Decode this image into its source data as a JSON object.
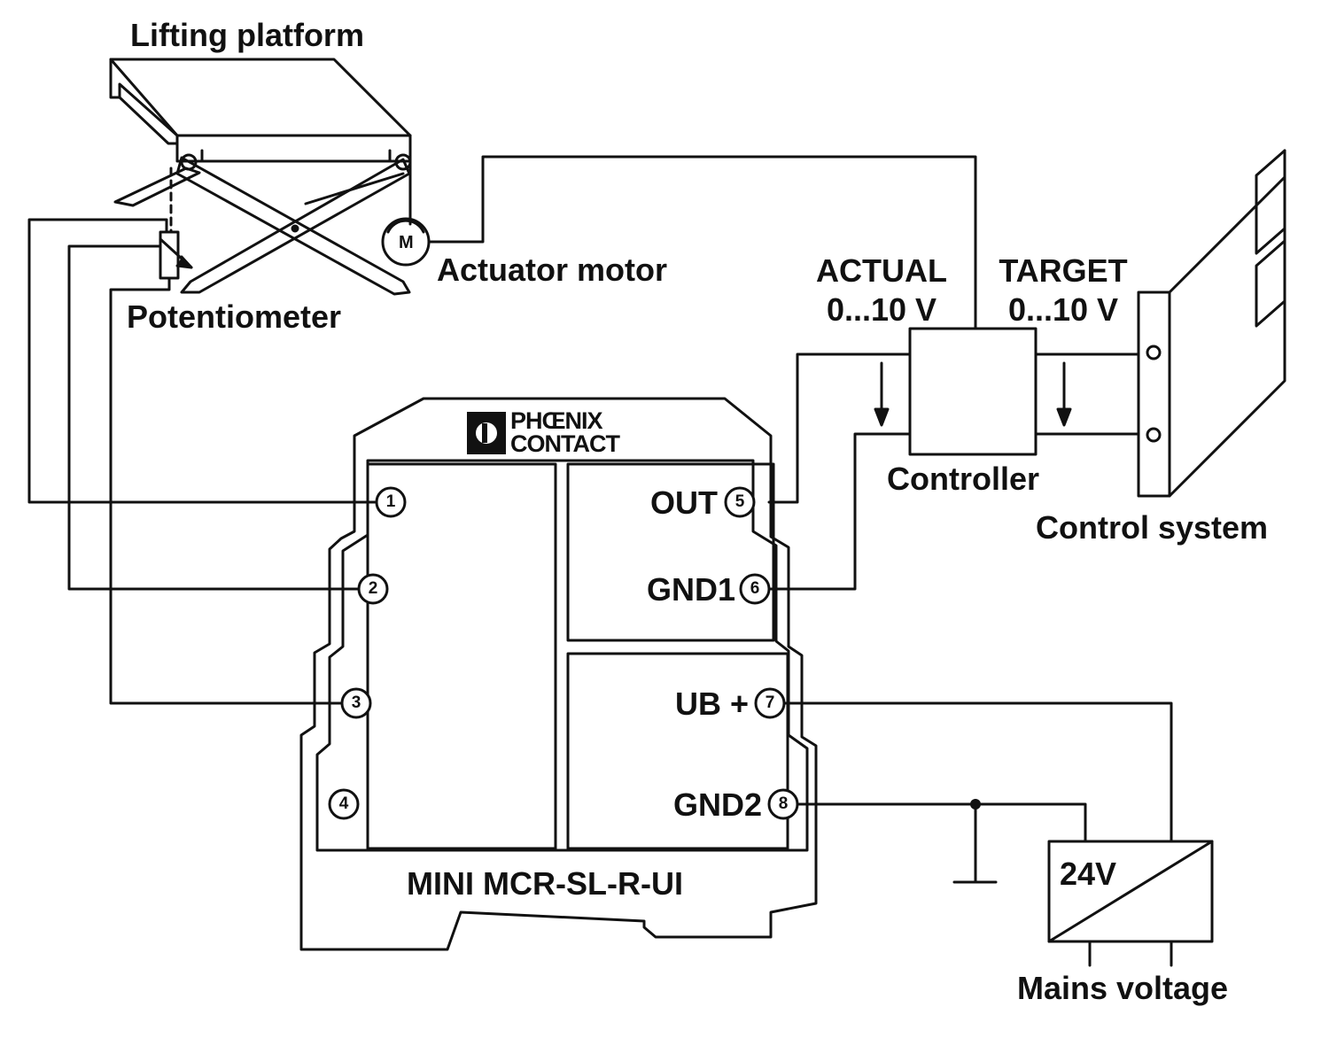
{
  "labels": {
    "lifting_platform": "Lifting platform",
    "potentiometer": "Potentiometer",
    "actuator_motor": "Actuator motor",
    "motor_symbol": "M",
    "actual_line1": "ACTUAL",
    "actual_line2": "0...10 V",
    "target_line1": "TARGET",
    "target_line2": "0...10 V",
    "controller": "Controller",
    "control_system": "Control system",
    "module_name": "MINI MCR-SL-R-UI",
    "logo_line1": "PHŒNIX",
    "logo_line2": "CONTACT",
    "supply_voltage": "24V",
    "mains_voltage": "Mains voltage"
  },
  "terminals": [
    {
      "number": "1",
      "label": ""
    },
    {
      "number": "2",
      "label": ""
    },
    {
      "number": "3",
      "label": ""
    },
    {
      "number": "4",
      "label": ""
    },
    {
      "number": "5",
      "label": "OUT"
    },
    {
      "number": "6",
      "label": "GND1"
    },
    {
      "number": "7",
      "label": "UB +"
    },
    {
      "number": "8",
      "label": "GND2"
    }
  ],
  "colors": {
    "ink": "#111111",
    "paper": "#ffffff"
  }
}
